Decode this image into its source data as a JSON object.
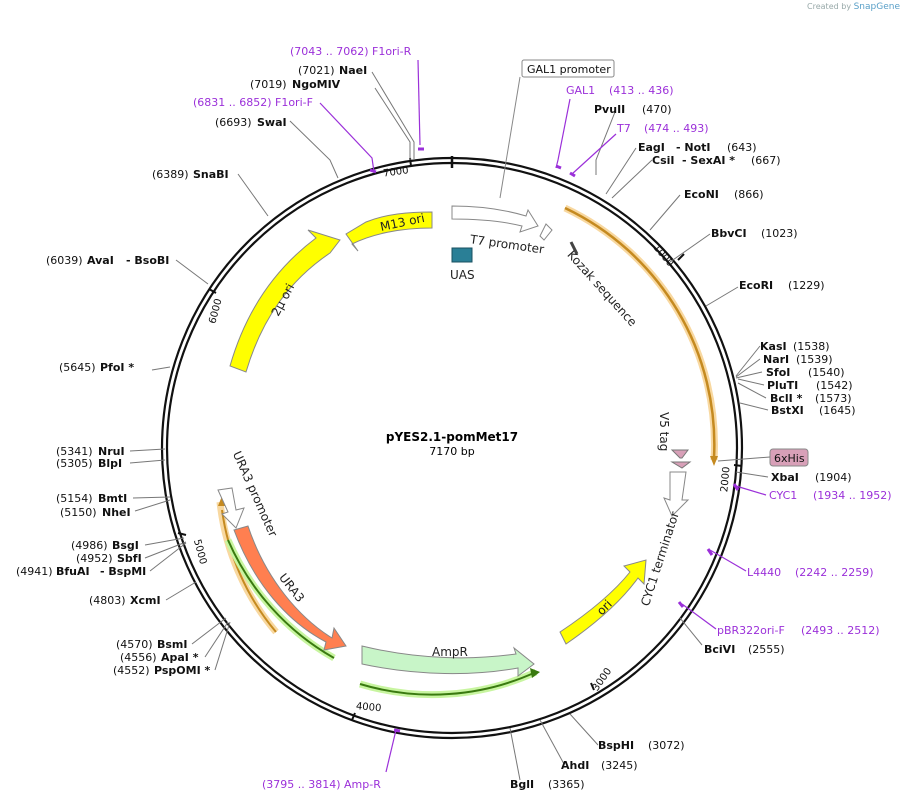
{
  "credit": {
    "prefix": "Created by",
    "brand": "SnapGene"
  },
  "plasmid": {
    "name": "pYES2.1-pomMet17",
    "length": "7170 bp"
  },
  "ticks": [
    "1000",
    "2000",
    "3000",
    "4000",
    "5000",
    "6000",
    "7000"
  ],
  "features": {
    "gal1_promoter": "GAL1 promoter",
    "t7_promoter": "T7 promoter",
    "uas": "UAS",
    "kozak": "Kozak sequence",
    "m13_ori": "M13 ori",
    "two_mu_ori": "2μ ori",
    "v5_tag": "V5 tag",
    "six_his": "6xHis",
    "cyc1_terminator": "CYC1 terminator",
    "ori": "ori",
    "ampr": "AmpR",
    "ura3": "URA3",
    "ura3_promoter": "URA3 promoter"
  },
  "sites_left": [
    {
      "pos": "(7021)",
      "name": "NaeI"
    },
    {
      "pos": "(7019)",
      "name": "NgoMIV"
    },
    {
      "pos": "(6693)",
      "name": "SwaI"
    },
    {
      "pos": "(6389)",
      "name": "SnaBI"
    },
    {
      "pos": "(6039)",
      "name": "AvaI",
      "extra": "- BsoBI"
    },
    {
      "pos": "(5645)",
      "name": "PfoI *"
    },
    {
      "pos": "(5341)",
      "name": "NruI"
    },
    {
      "pos": "(5305)",
      "name": "BlpI"
    },
    {
      "pos": "(5154)",
      "name": "BmtI"
    },
    {
      "pos": "(5150)",
      "name": "NheI"
    },
    {
      "pos": "(4986)",
      "name": "BsgI"
    },
    {
      "pos": "(4952)",
      "name": "SbfI"
    },
    {
      "pos": "(4941)",
      "name": "BfuAI",
      "extra": "- BspMI"
    },
    {
      "pos": "(4803)",
      "name": "XcmI"
    },
    {
      "pos": "(4570)",
      "name": "BsmI"
    },
    {
      "pos": "(4556)",
      "name": "ApaI *"
    },
    {
      "pos": "(4552)",
      "name": "PspOMI *"
    },
    {
      "pos": "(3365)",
      "name": "BglI"
    }
  ],
  "sites_right": [
    {
      "name": "PvuII",
      "pos": "(470)"
    },
    {
      "name": "EagI",
      "extra": "- NotI",
      "pos": "(643)"
    },
    {
      "name": "CsiI",
      "extra": "- SexAI *",
      "pos": "(667)"
    },
    {
      "name": "EcoNI",
      "pos": "(866)"
    },
    {
      "name": "BbvCI",
      "pos": "(1023)"
    },
    {
      "name": "EcoRI",
      "pos": "(1229)"
    },
    {
      "name": "KasI",
      "pos": "(1538)"
    },
    {
      "name": "NarI",
      "pos": "(1539)"
    },
    {
      "name": "SfoI",
      "pos": "(1540)"
    },
    {
      "name": "PluTI",
      "pos": "(1542)"
    },
    {
      "name": "BclI *",
      "pos": "(1573)"
    },
    {
      "name": "BstXI",
      "pos": "(1645)"
    },
    {
      "name": "XbaI",
      "pos": "(1904)"
    },
    {
      "name": "BciVI",
      "pos": "(2555)"
    },
    {
      "name": "BspHI",
      "pos": "(3072)"
    },
    {
      "name": "AhdI",
      "pos": "(3245)"
    }
  ],
  "primers": [
    {
      "range": "(7043 .. 7062)",
      "name": "F1ori-R"
    },
    {
      "range": "(6831 .. 6852)",
      "name": "F1ori-F"
    },
    {
      "name": "GAL1",
      "range": "(413 .. 436)"
    },
    {
      "name": "T7",
      "range": "(474 .. 493)"
    },
    {
      "name": "CYC1",
      "range": "(1934 .. 1952)"
    },
    {
      "name": "L4440",
      "range": "(2242 .. 2259)"
    },
    {
      "name": "pBR322ori-F",
      "range": "(2493 .. 2512)"
    },
    {
      "range": "(3795 .. 3814)",
      "name": "Amp-R"
    }
  ],
  "colors": {
    "primer": "#9b30d9",
    "yellow": "#ffff00",
    "orange_ura3": "#ff7f50",
    "ampr": "#c8f5c8",
    "uas": "#2a7f96",
    "his": "#d8a0b8"
  }
}
